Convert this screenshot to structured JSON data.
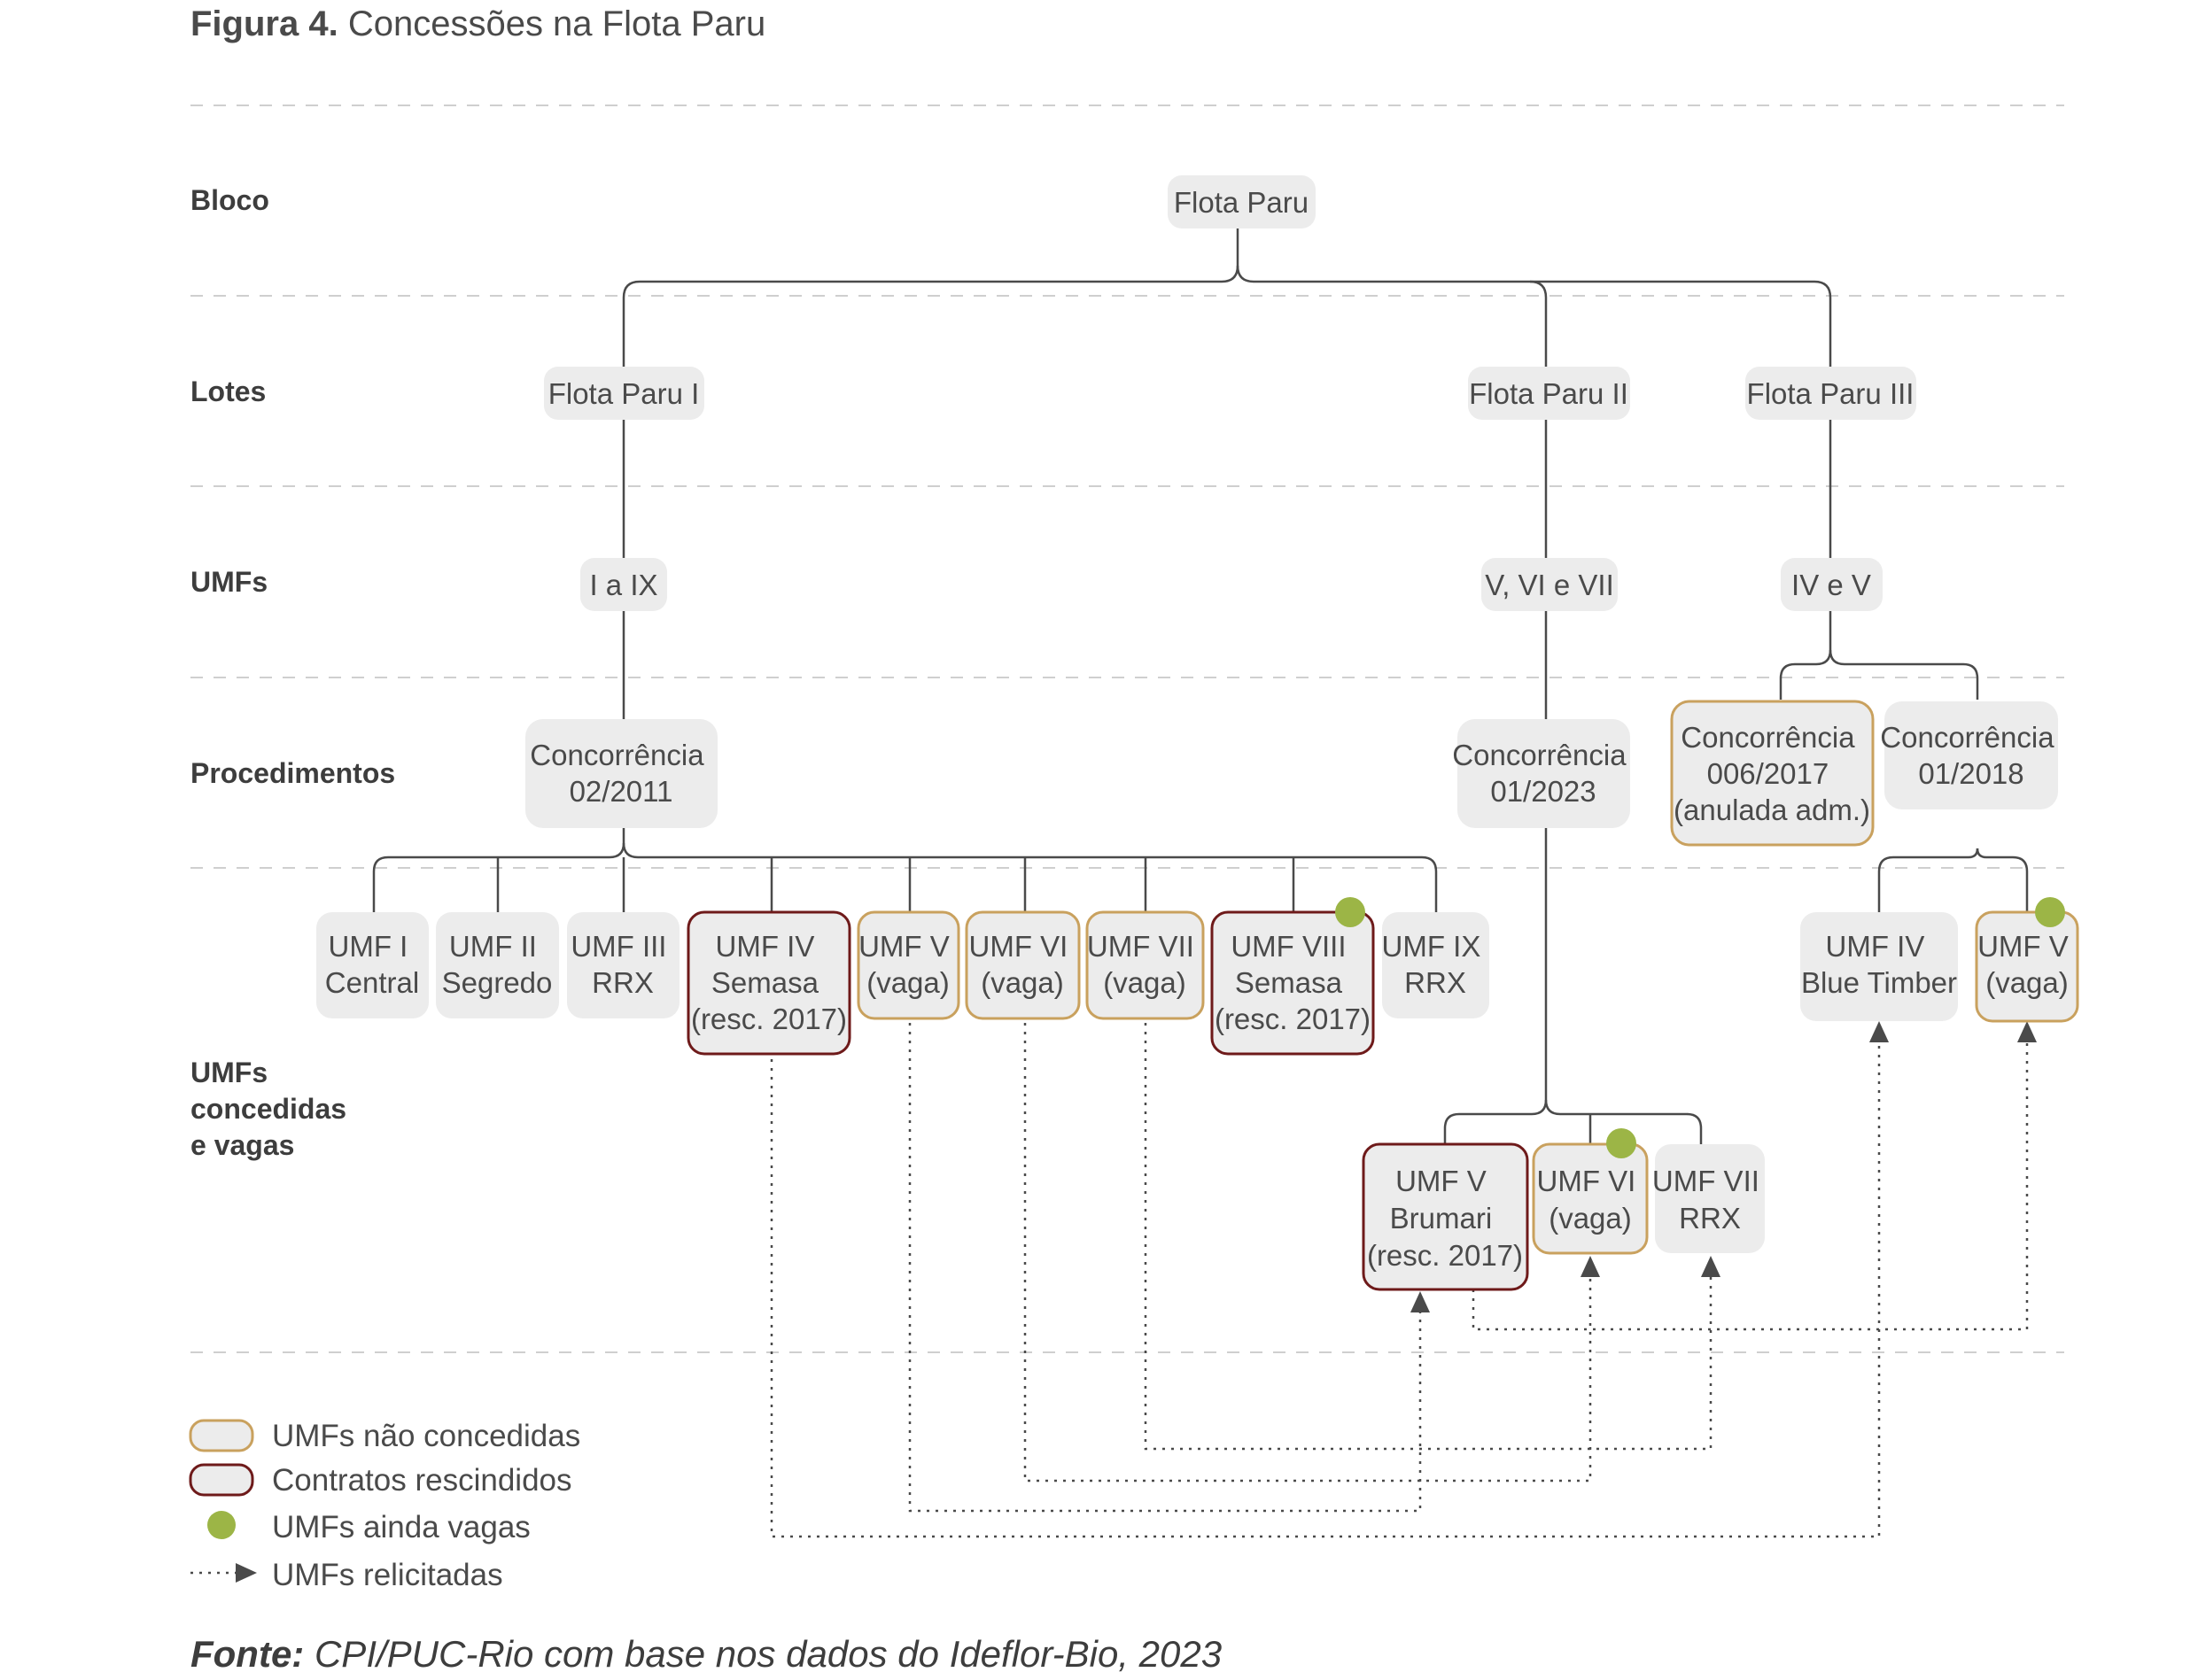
{
  "title": {
    "prefix": "Figura 4.",
    "text": "Concessões na Flota Paru"
  },
  "row_labels": {
    "bloco": "Bloco",
    "lotes": "Lotes",
    "umfs": "UMFs",
    "procedimentos": "Procedimentos",
    "concedidas": [
      "UMFs",
      "concedidas",
      "e vagas"
    ]
  },
  "nodes": {
    "bloco": [
      "Flota Paru"
    ],
    "lote1": [
      "Flota Paru I"
    ],
    "lote2": [
      "Flota Paru II"
    ],
    "lote3": [
      "Flota Paru III"
    ],
    "umfs1": [
      "I a IX"
    ],
    "umfs2": [
      "V, VI e  VII"
    ],
    "umfs3": [
      "IV e V"
    ],
    "proc1": [
      "Concorrência",
      "02/2011"
    ],
    "proc2": [
      "Concorrência",
      "01/2023"
    ],
    "proc3a": [
      "Concorrência",
      "006/2017",
      "(anulada adm.)"
    ],
    "proc3b": [
      "Concorrência",
      "01/2018"
    ],
    "c_umf1": [
      "UMF I",
      "Central"
    ],
    "c_umf2": [
      "UMF II",
      "Segredo"
    ],
    "c_umf3": [
      "UMF III",
      "RRX"
    ],
    "c_umf4": [
      "UMF IV",
      "Semasa",
      "(resc. 2017)"
    ],
    "c_umf5": [
      "UMF V",
      "(vaga)"
    ],
    "c_umf6": [
      "UMF VI",
      "(vaga)"
    ],
    "c_umf7": [
      "UMF VII",
      "(vaga)"
    ],
    "c_umf8": [
      "UMF VIII",
      "Semasa",
      "(resc. 2017)"
    ],
    "c_umf9": [
      "UMF IX",
      "RRX"
    ],
    "d_umf5": [
      "UMF V",
      "Brumari",
      "(resc. 2017)"
    ],
    "d_umf6": [
      "UMF VI",
      "(vaga)"
    ],
    "d_umf7": [
      "UMF VII",
      "RRX"
    ],
    "e_umf4": [
      "UMF IV",
      "Blue Timber"
    ],
    "e_umf5": [
      "UMF V",
      "(vaga)"
    ]
  },
  "legend": {
    "not_granted": "UMFs não concedidas",
    "terminated": "Contratos rescindidos",
    "still_vacant": "UMFs ainda vagas",
    "relicited": "UMFs relicitadas"
  },
  "source": {
    "prefix": "Fonte:",
    "text": "CPI/PUC-Rio com base nos dados do Ideflor-Bio, 2023"
  },
  "colors": {
    "box_fill": "#ececec",
    "not_granted_border": "#c9a15e",
    "terminated_border": "#6e1a1a",
    "vacant_dot": "#9cb546",
    "line": "#4a4a4a"
  }
}
